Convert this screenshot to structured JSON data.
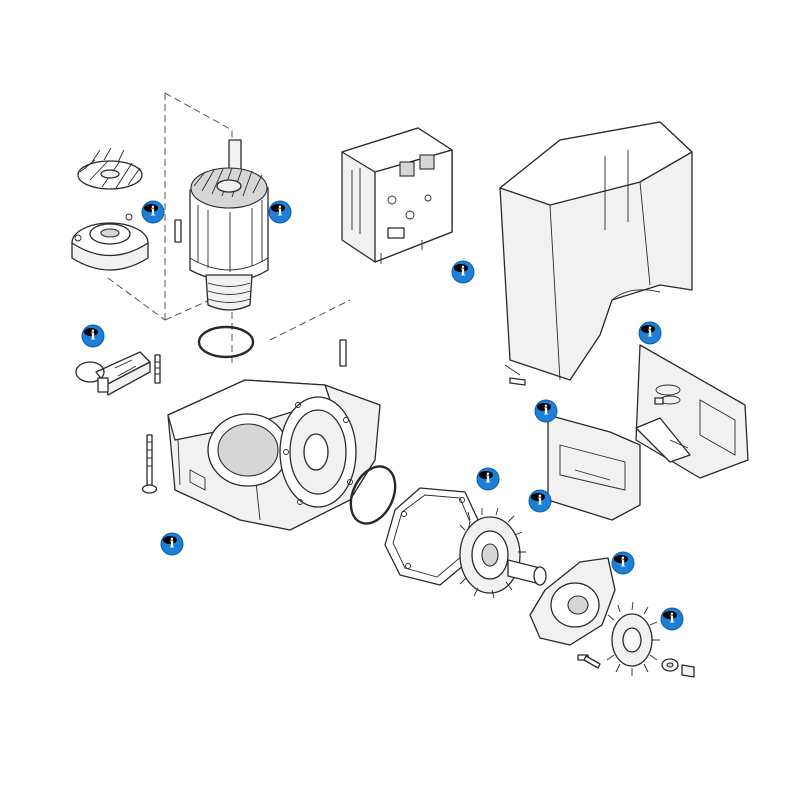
{
  "diagram": {
    "hotspot_glyph": "i",
    "hotspot_color": "#1d7fd6",
    "hotspots": [
      {
        "name": "info-hotspot-brake-fan"
      },
      {
        "name": "info-hotspot-motor"
      },
      {
        "name": "info-hotspot-control-board"
      },
      {
        "name": "info-hotspot-cover"
      },
      {
        "name": "info-hotspot-release-lever"
      },
      {
        "name": "info-hotspot-gearbox-housing"
      },
      {
        "name": "info-hotspot-gasket"
      },
      {
        "name": "info-hotspot-gear-shaft"
      },
      {
        "name": "info-hotspot-gearbox-lid"
      },
      {
        "name": "info-hotspot-drive-pinion"
      },
      {
        "name": "info-hotspot-limit-bracket"
      },
      {
        "name": "info-hotspot-wiring-accessories"
      }
    ]
  }
}
